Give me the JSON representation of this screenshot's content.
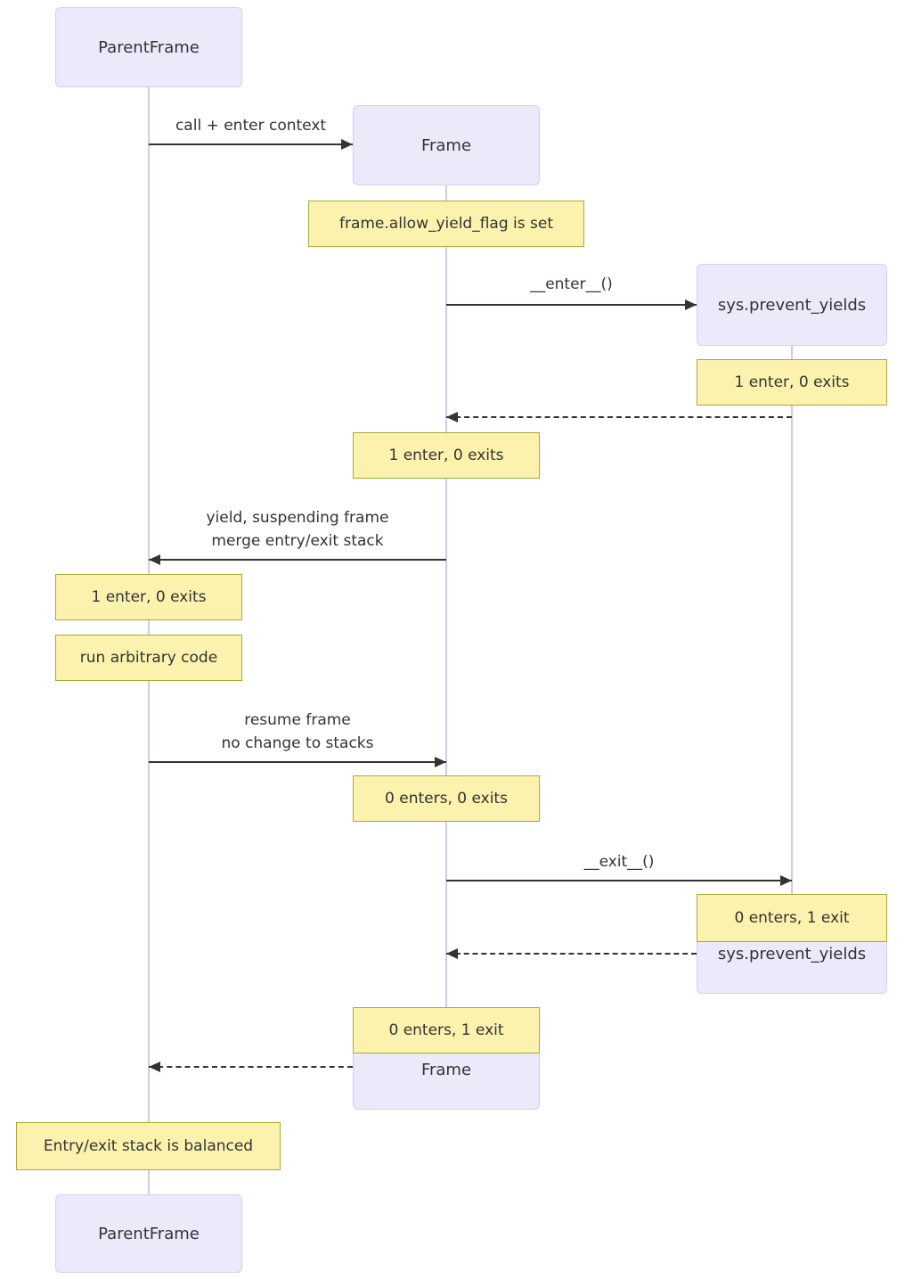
{
  "colors": {
    "actor_fill": "#EBEAFB",
    "actor_border": "#d0d0f0",
    "note_fill": "#FBF3AD",
    "note_border": "#AAAA33",
    "lifeline": "#d0c9e8",
    "arrow": "#333333",
    "text": "#333333"
  },
  "diagram": {
    "actors": {
      "parentframe": "ParentFrame",
      "frame": "Frame",
      "sys": "sys.prevent_yields"
    },
    "messages": {
      "call": "call + enter context",
      "enter": "__enter__()",
      "yield1": "yield, suspending frame",
      "yield2": "merge entry/exit stack",
      "resume1": "resume frame",
      "resume2": "no change to stacks",
      "exit": "__exit__()"
    },
    "notes": {
      "flag_set": "frame.allow_yield_flag is set",
      "sys_enter": "1 enter, 0 exits",
      "frame_enter": "1 enter, 0 exits",
      "parent_enter": "1 enter, 0 exits",
      "run_code": "run arbitrary code",
      "frame_resume": "0 enters, 0 exits",
      "sys_exit": "0 enters, 1 exit",
      "frame_exit": "0 enters, 1 exit",
      "balanced": "Entry/exit stack is balanced"
    }
  }
}
